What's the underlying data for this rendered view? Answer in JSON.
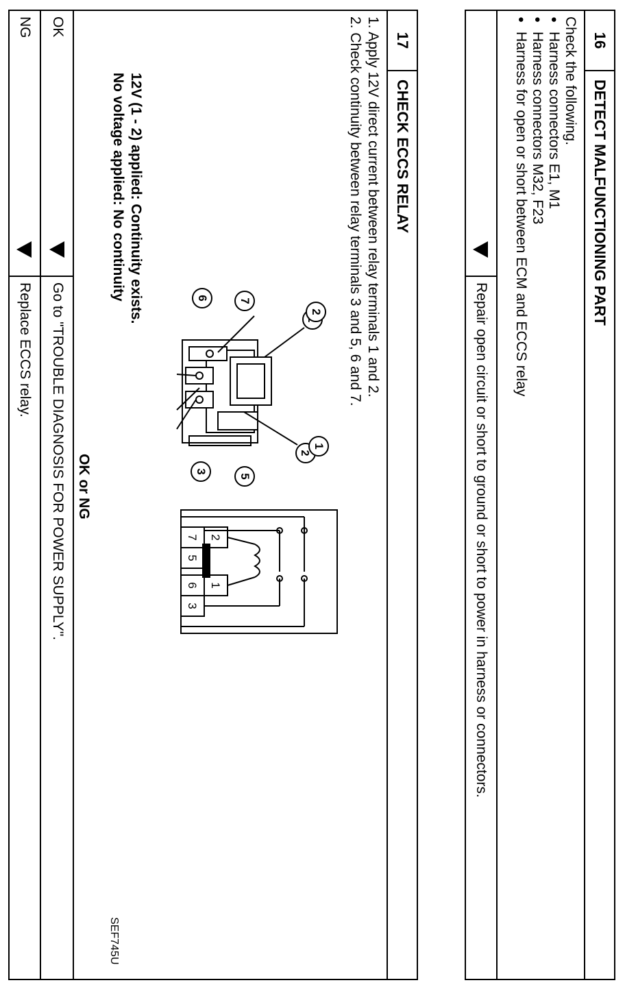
{
  "step16": {
    "number": "16",
    "title": "DETECT MALFUNCTIONING PART",
    "intro": "Check the following.",
    "items": [
      "Harness connectors E1, M1",
      "Harness connectors M32, F23",
      "Harness for open or short between ECM and ECCS relay"
    ],
    "result_text": "Repair open circuit or short to ground or short to power in harness or connectors."
  },
  "step17": {
    "number": "17",
    "title": "CHECK ECCS RELAY",
    "instructions": [
      "1.  Apply 12V direct current between relay terminals 1 and 2.",
      "2.  Check continuity between relay terminals 3 and 5, 6 and 7."
    ],
    "criteria": [
      "12V (1 - 2) applied: Continuity exists.",
      "No voltage applied: No continuity"
    ],
    "figure_code": "SEF745U",
    "relay_callouts": [
      "1",
      "2",
      "3",
      "5",
      "6",
      "7"
    ],
    "schematic_terminals": [
      "2",
      "1",
      "7",
      "5",
      "6",
      "3"
    ],
    "question": "OK or NG",
    "outcomes": [
      {
        "label": "OK",
        "text": "Go to \"TROUBLE DIAGNOSIS FOR POWER SUPPLY\"."
      },
      {
        "label": "NG",
        "text": "Replace ECCS relay."
      }
    ]
  }
}
